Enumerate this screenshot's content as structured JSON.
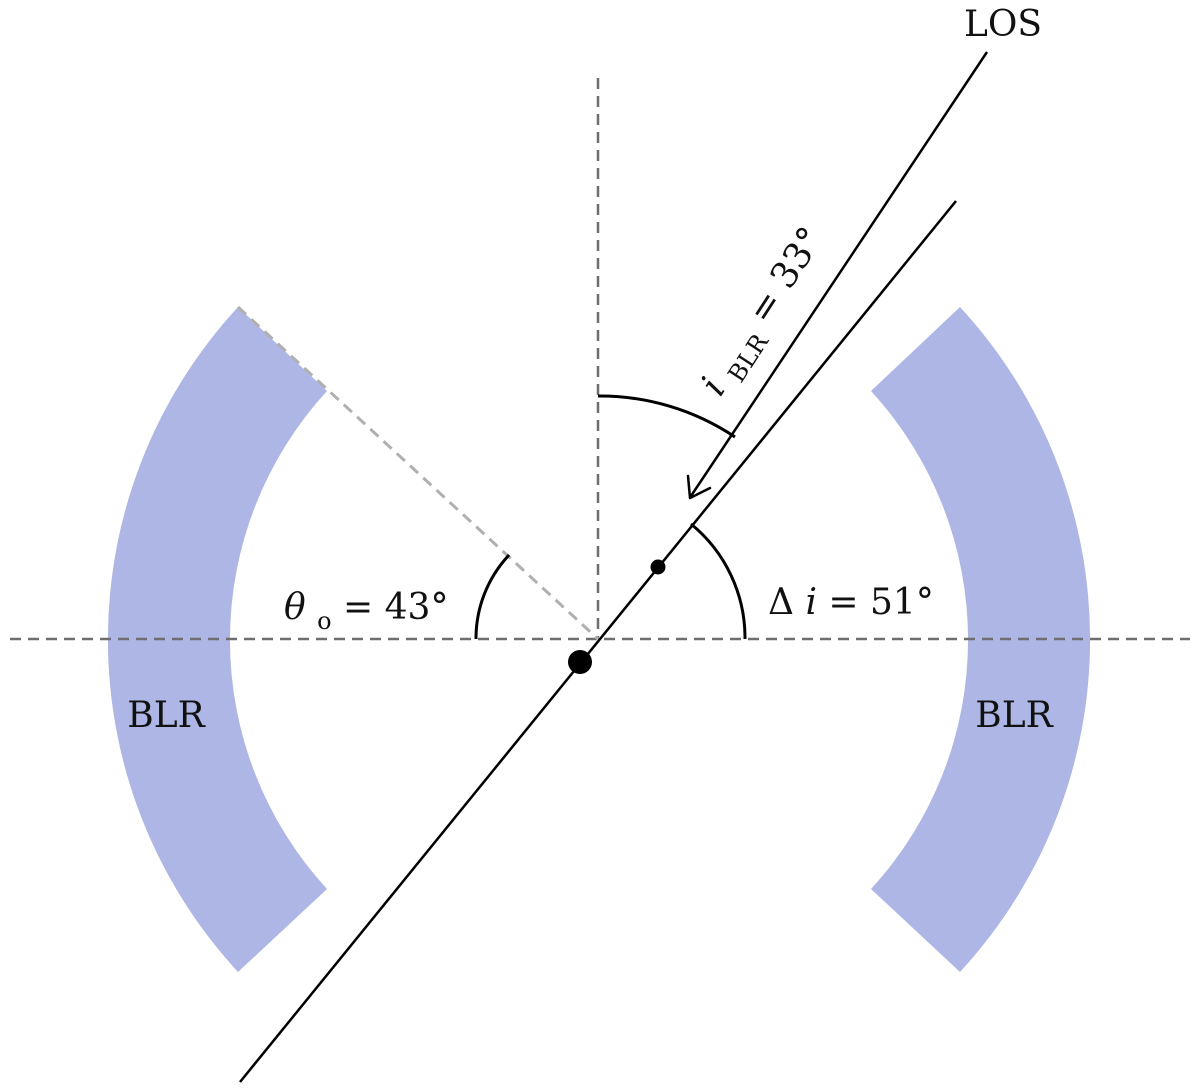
{
  "labels": {
    "los": "LOS",
    "blr_left": "BLR",
    "blr_right": "BLR",
    "theta_o": {
      "symbol": "θ",
      "sub": "o",
      "eq": " = 43°"
    },
    "delta_i": {
      "delta": "Δ",
      "var": "i",
      "eq": " = 51°"
    },
    "i_blr": {
      "var": "i",
      "sub": "BLR",
      "eq": " = 33°"
    }
  },
  "angles": {
    "theta_o_deg": 43,
    "delta_i_deg": 51,
    "i_blr_deg": 33
  },
  "colors": {
    "blr_fill": "#aeb6e5",
    "axis_dash": "#6e6e6e",
    "cone_dash": "#b0b0b0",
    "line": "#000000"
  }
}
